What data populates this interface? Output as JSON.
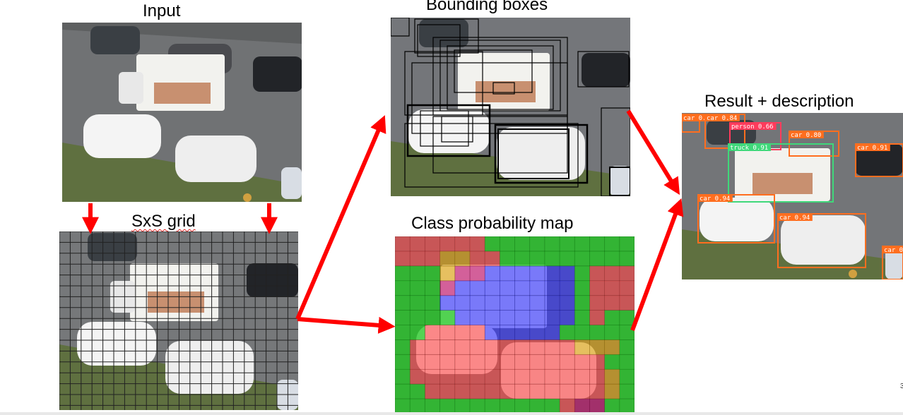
{
  "labels": {
    "input": "Input",
    "grid": "SxS grid",
    "boxes": "Bounding boxes",
    "classmap": "Class probability map",
    "result": "Result + description"
  },
  "detections": [
    {
      "label": "car 0.",
      "color": "#ff6e1f"
    },
    {
      "label": "car 0.84",
      "color": "#ff6e1f"
    },
    {
      "label": "person 0.66",
      "color": "#ff3b5c"
    },
    {
      "label": "car 0.80",
      "color": "#ff6e1f"
    },
    {
      "label": "truck 0.91",
      "color": "#3fd87a"
    },
    {
      "label": "car 0.91",
      "color": "#ff6e1f"
    },
    {
      "label": "car 0.94",
      "color": "#ff6e1f"
    },
    {
      "label": "car 0.94",
      "color": "#ff6e1f"
    },
    {
      "label": "car 0",
      "color": "#ff6e1f"
    }
  ],
  "colors": {
    "arrow": "#ff0000",
    "class_car": "#ff4040",
    "class_truck": "#2a2aff",
    "class_background": "#1ec81e",
    "class_person": "#c00060",
    "class_other": "#e0a000"
  },
  "stray_char": "3"
}
